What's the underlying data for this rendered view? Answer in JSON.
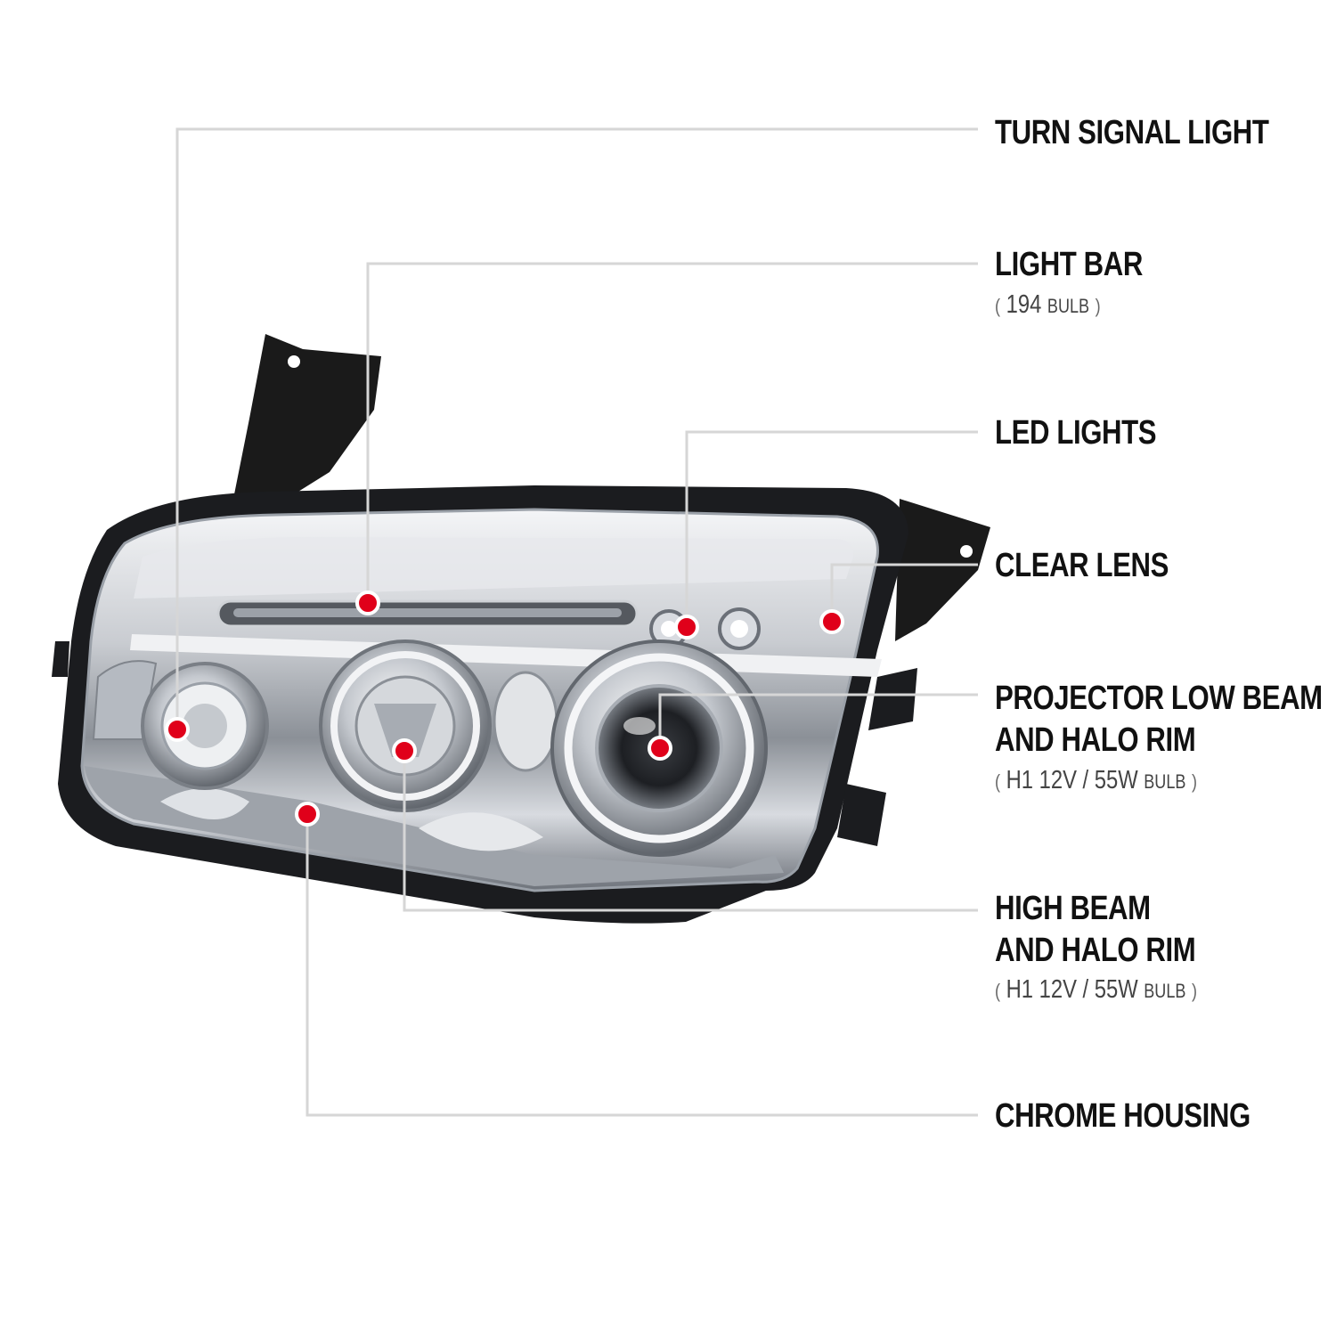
{
  "callouts": {
    "turn_signal": {
      "title": "TURN SIGNAL LIGHT"
    },
    "light_bar": {
      "title": "LIGHT BAR",
      "spec": {
        "open": "(",
        "value": "194",
        "unit": "BULB",
        "close": ")"
      }
    },
    "led_lights": {
      "title": "LED LIGHTS"
    },
    "clear_lens": {
      "title": "CLEAR LENS"
    },
    "projector_low_beam": {
      "title_line1": "PROJECTOR LOW BEAM",
      "title_line2": "AND HALO RIM",
      "spec": {
        "open": "(",
        "value": "H1  12V / 55W",
        "unit": "BULB",
        "close": ")"
      }
    },
    "high_beam": {
      "title_line1": "HIGH BEAM",
      "title_line2": "AND HALO RIM",
      "spec": {
        "open": "(",
        "value": "H1  12V / 55W",
        "unit": "BULB",
        "close": ")"
      }
    },
    "chrome_housing": {
      "title": "CHROME HOUSING"
    }
  },
  "colors": {
    "leader_line": "#d6d6d6",
    "marker_dot": "#e0001a",
    "marker_ring": "#ffffff",
    "text": "#111111"
  }
}
